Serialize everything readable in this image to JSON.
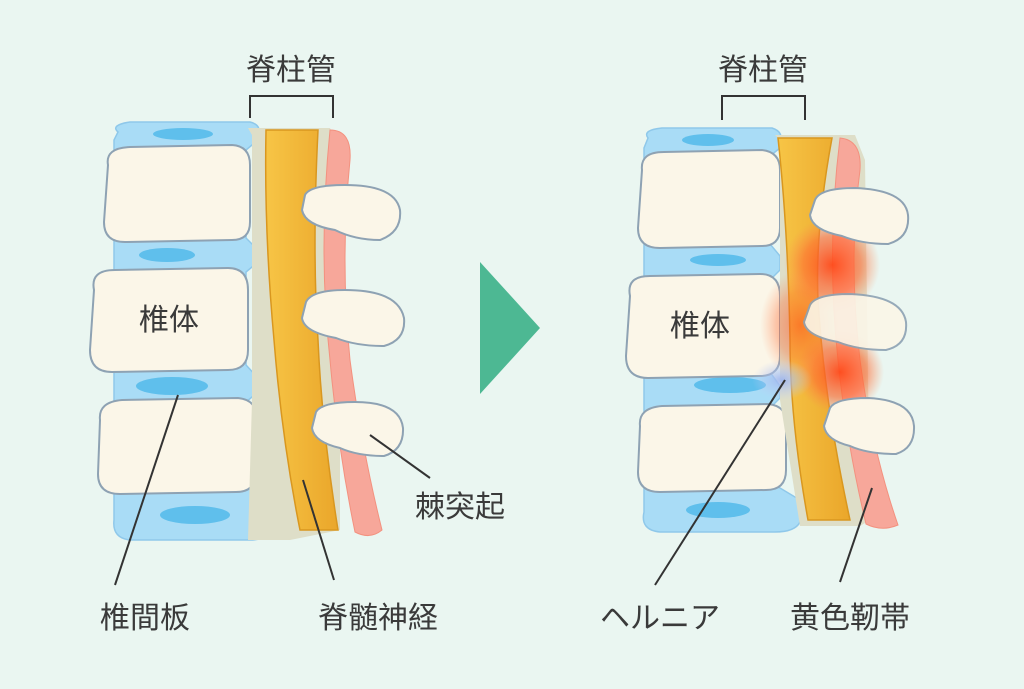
{
  "labels": {
    "spinal_canal_left": "脊柱管",
    "spinal_canal_right": "脊柱管",
    "vertebral_body_left": "椎体",
    "vertebral_body_right": "椎体",
    "intervertebral_disc": "椎間板",
    "spinal_cord": "脊髄神経",
    "spinous_process": "棘突起",
    "hernia": "ヘルニア",
    "ligamentum_flavum": "黄色靭帯"
  },
  "colors": {
    "background": "#eaf6f1",
    "vertebra_fill": "#fbf6e8",
    "vertebra_stroke": "#8ea2b3",
    "disc_fill": "#a9dcf6",
    "disc_core": "#5fbfec",
    "nerve_fill": "#f5bb3c",
    "nerve_dark": "#e7a52a",
    "canal_gray": "#d8d8c8",
    "ligament_fill": "#f7a79a",
    "inflammation": "#ff5a2a",
    "arrow": "#4db893",
    "text": "#3a3a3a"
  }
}
